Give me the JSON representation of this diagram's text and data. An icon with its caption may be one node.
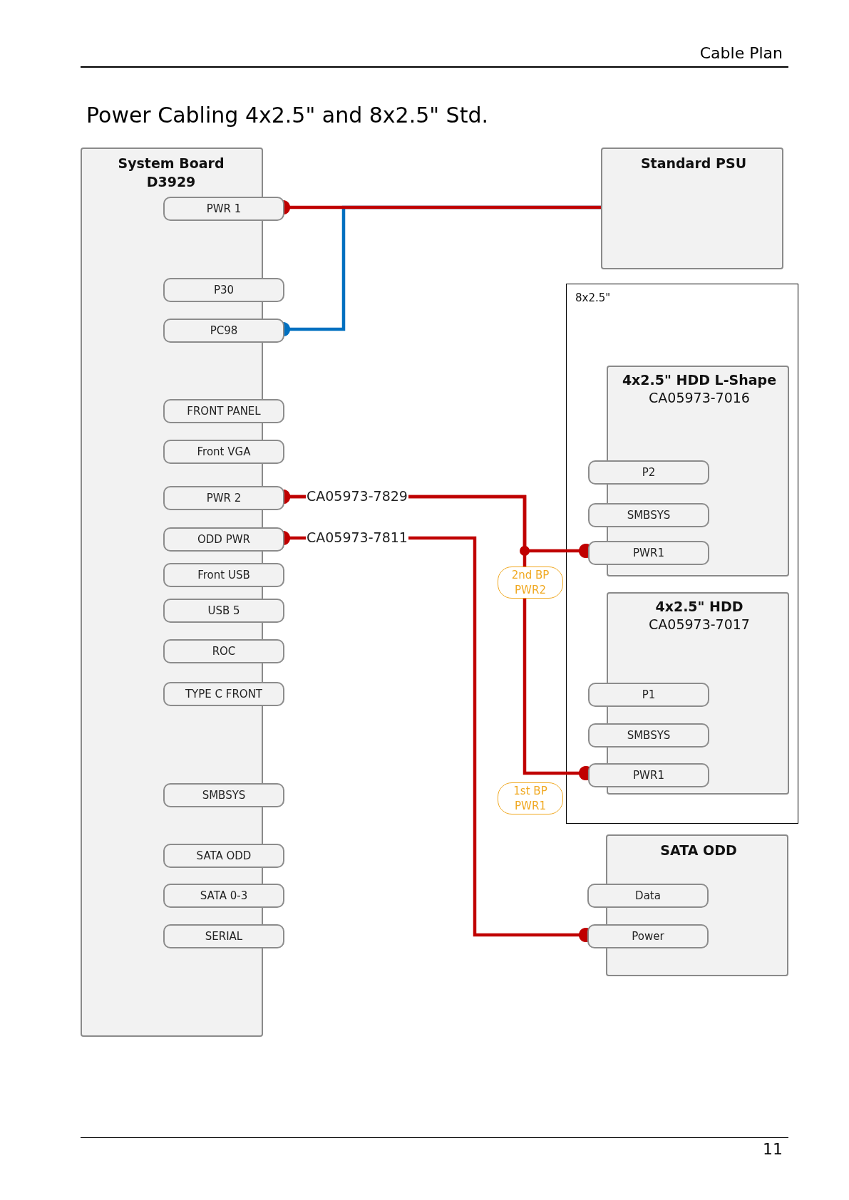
{
  "diagram": {
    "title": "Power Cabling 4x2.5\" and 8x2.5\" Std.",
    "nodes": [
      {
        "text": [
          "System Board D3929"
        ]
      },
      {
        "text": [
          "PWR 1"
        ],
        "in": 0
      },
      {
        "text": [
          "P30"
        ],
        "in": 0
      },
      {
        "text": [
          "PC98"
        ],
        "in": 0
      },
      {
        "text": [
          "FRONT PANEL"
        ],
        "in": 0
      },
      {
        "text": [
          "Front VGA"
        ],
        "in": 0
      },
      {
        "text": [
          "PWR 2"
        ],
        "in": 0
      },
      {
        "text": [
          "ODD PWR"
        ],
        "in": 0
      },
      {
        "text": [
          "Front USB"
        ],
        "in": 0
      },
      {
        "text": [
          "USB 5"
        ],
        "in": 0
      },
      {
        "text": [
          "ROC"
        ],
        "in": 0
      },
      {
        "text": [
          "TYPE C FRONT"
        ],
        "in": 0
      },
      {
        "text": [
          "SMBSYS"
        ],
        "in": 0
      },
      {
        "text": [
          "SATA ODD"
        ],
        "in": 0
      },
      {
        "text": [
          "SATA 0-3"
        ],
        "in": 0
      },
      {
        "text": [
          "SERIAL"
        ],
        "in": 0
      },
      {
        "text": [
          "Standard PSU"
        ]
      },
      {
        "text": [
          "8x2.5\""
        ]
      },
      {
        "text": [
          "4x2.5\" HDD L-Shape",
          "CA05973-7016"
        ],
        "in": 17
      },
      {
        "text": [
          "P2"
        ],
        "in": 18
      },
      {
        "text": [
          "SMBSYS"
        ],
        "in": 18
      },
      {
        "text": [
          "PWR1"
        ],
        "in": 18,
        "beside": [
          "2nd BP PWR2"
        ]
      },
      {
        "text": [
          "4x2.5\" HDD",
          "CA05973-7017"
        ],
        "in": 17
      },
      {
        "text": [
          "P1"
        ],
        "in": 22
      },
      {
        "text": [
          "SMBSYS"
        ],
        "in": 22
      },
      {
        "text": [
          "PWR1"
        ],
        "in": 22,
        "beside": [
          "1st BP PWR1"
        ]
      },
      {
        "text": [
          "SATA ODD"
        ]
      },
      {
        "text": [
          "Data"
        ],
        "in": 26
      },
      {
        "text": [
          "Power"
        ],
        "in": 26
      }
    ],
    "edges": [
      {
        "from": 3,
        "to": 16,
        "arrow": "other",
        "color": "#0070c0"
      },
      {
        "from": 1,
        "to": 16,
        "arrow": "other"
      },
      {
        "from": 6,
        "to": 21,
        "arrow": "other",
        "label": "CA05973-7829"
      },
      {
        "from": 6,
        "to": 25,
        "arrow": "other"
      },
      {
        "from": 7,
        "to": 28,
        "arrow": "other",
        "label": "CA05973-7811"
      }
    ],
    "labels": [
      "Cable Plan",
      "11"
    ]
  }
}
